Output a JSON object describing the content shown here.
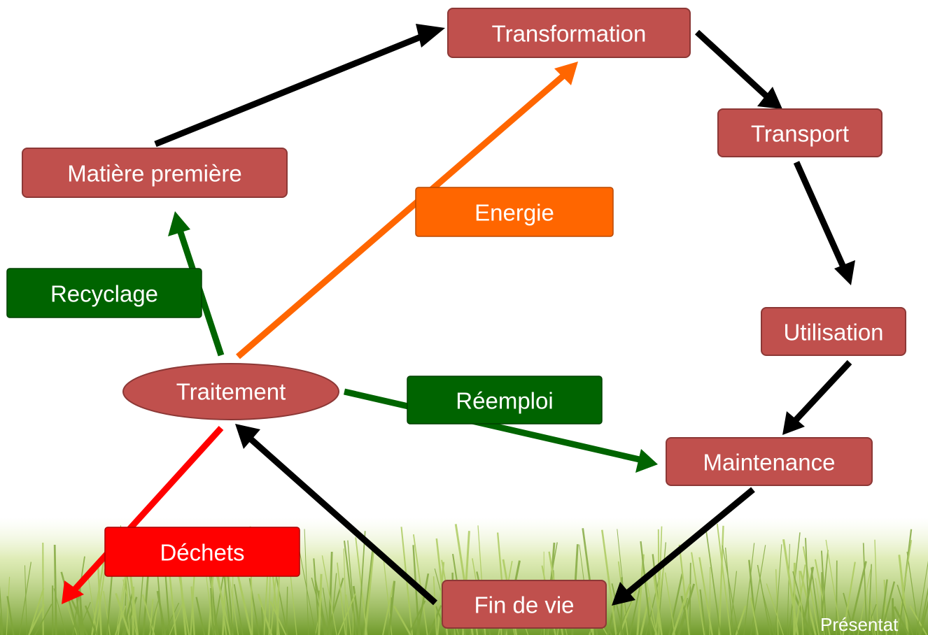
{
  "colors": {
    "stage_fill": "#c0504d",
    "stage_stroke": "#8c3836",
    "black_arrow": "#000000",
    "green": "#006400",
    "orange": "#ff6600",
    "red": "#ff0000",
    "grass_dark": "#5d8f1e",
    "grass_light": "#b9d46a"
  },
  "nodes": {
    "transformation": "Transformation",
    "transport": "Transport",
    "utilisation": "Utilisation",
    "maintenance": "Maintenance",
    "fin_de_vie": "Fin de vie",
    "traitement": "Traitement",
    "matiere_premiere": "Matière première"
  },
  "flows": {
    "energie": "Energie",
    "recyclage": "Recyclage",
    "reemploi": "Réemploi",
    "dechets": "Déchets"
  },
  "footer": "Présentat"
}
